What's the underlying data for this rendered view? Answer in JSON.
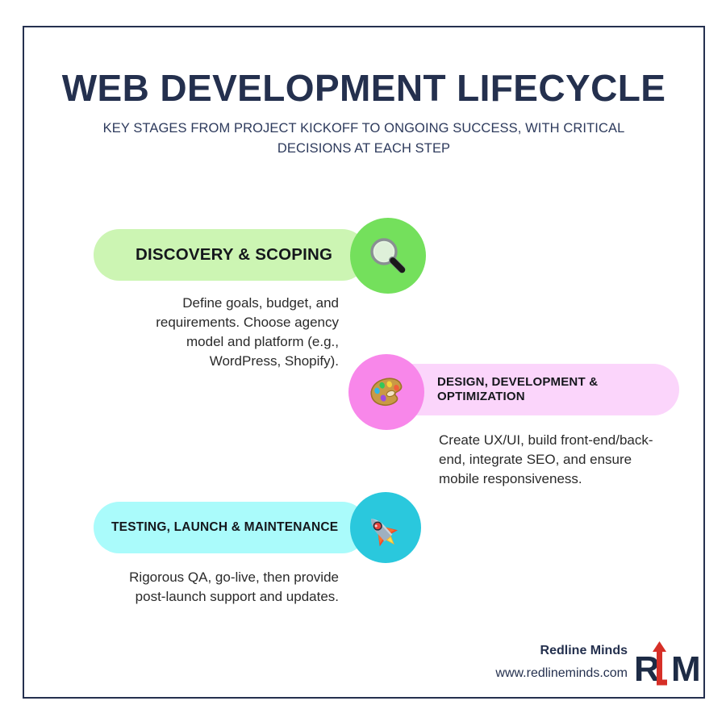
{
  "header": {
    "title": "WEB DEVELOPMENT LIFECYCLE",
    "subtitle": "KEY STAGES FROM PROJECT KICKOFF TO ONGOING SUCCESS, WITH CRITICAL DECISIONS AT EACH STEP"
  },
  "stages": [
    {
      "label": "DISCOVERY & SCOPING",
      "description": "Define goals, budget, and requirements. Choose agency model and platform (e.g., WordPress, Shopify).",
      "icon": "magnifying-glass-icon",
      "pill_color": "#ccf5b3",
      "badge_color": "#74e05c"
    },
    {
      "label": "DESIGN, DEVELOPMENT & OPTIMIZATION",
      "description": "Create UX/UI, build front-end/back-end, integrate SEO, and ensure mobile responsiveness.",
      "icon": "artist-palette-icon",
      "pill_color": "#fbd5fb",
      "badge_color": "#f887ea"
    },
    {
      "label": "TESTING, LAUNCH & MAINTENANCE",
      "description": "Rigorous QA, go-live, then provide post-launch support and updates.",
      "icon": "rocket-icon",
      "pill_color": "#aafbfb",
      "badge_color": "#2ac8dd"
    }
  ],
  "footer": {
    "brand_name": "Redline Minds",
    "brand_url": "www.redlineminds.com",
    "logo_letters": "R M",
    "logo_accent_color": "#d62f27",
    "logo_text_color": "#1d2b45"
  },
  "theme": {
    "border_color": "#25304f",
    "title_color": "#24304e",
    "body_text_color": "#2a2a2a",
    "background": "#ffffff"
  }
}
